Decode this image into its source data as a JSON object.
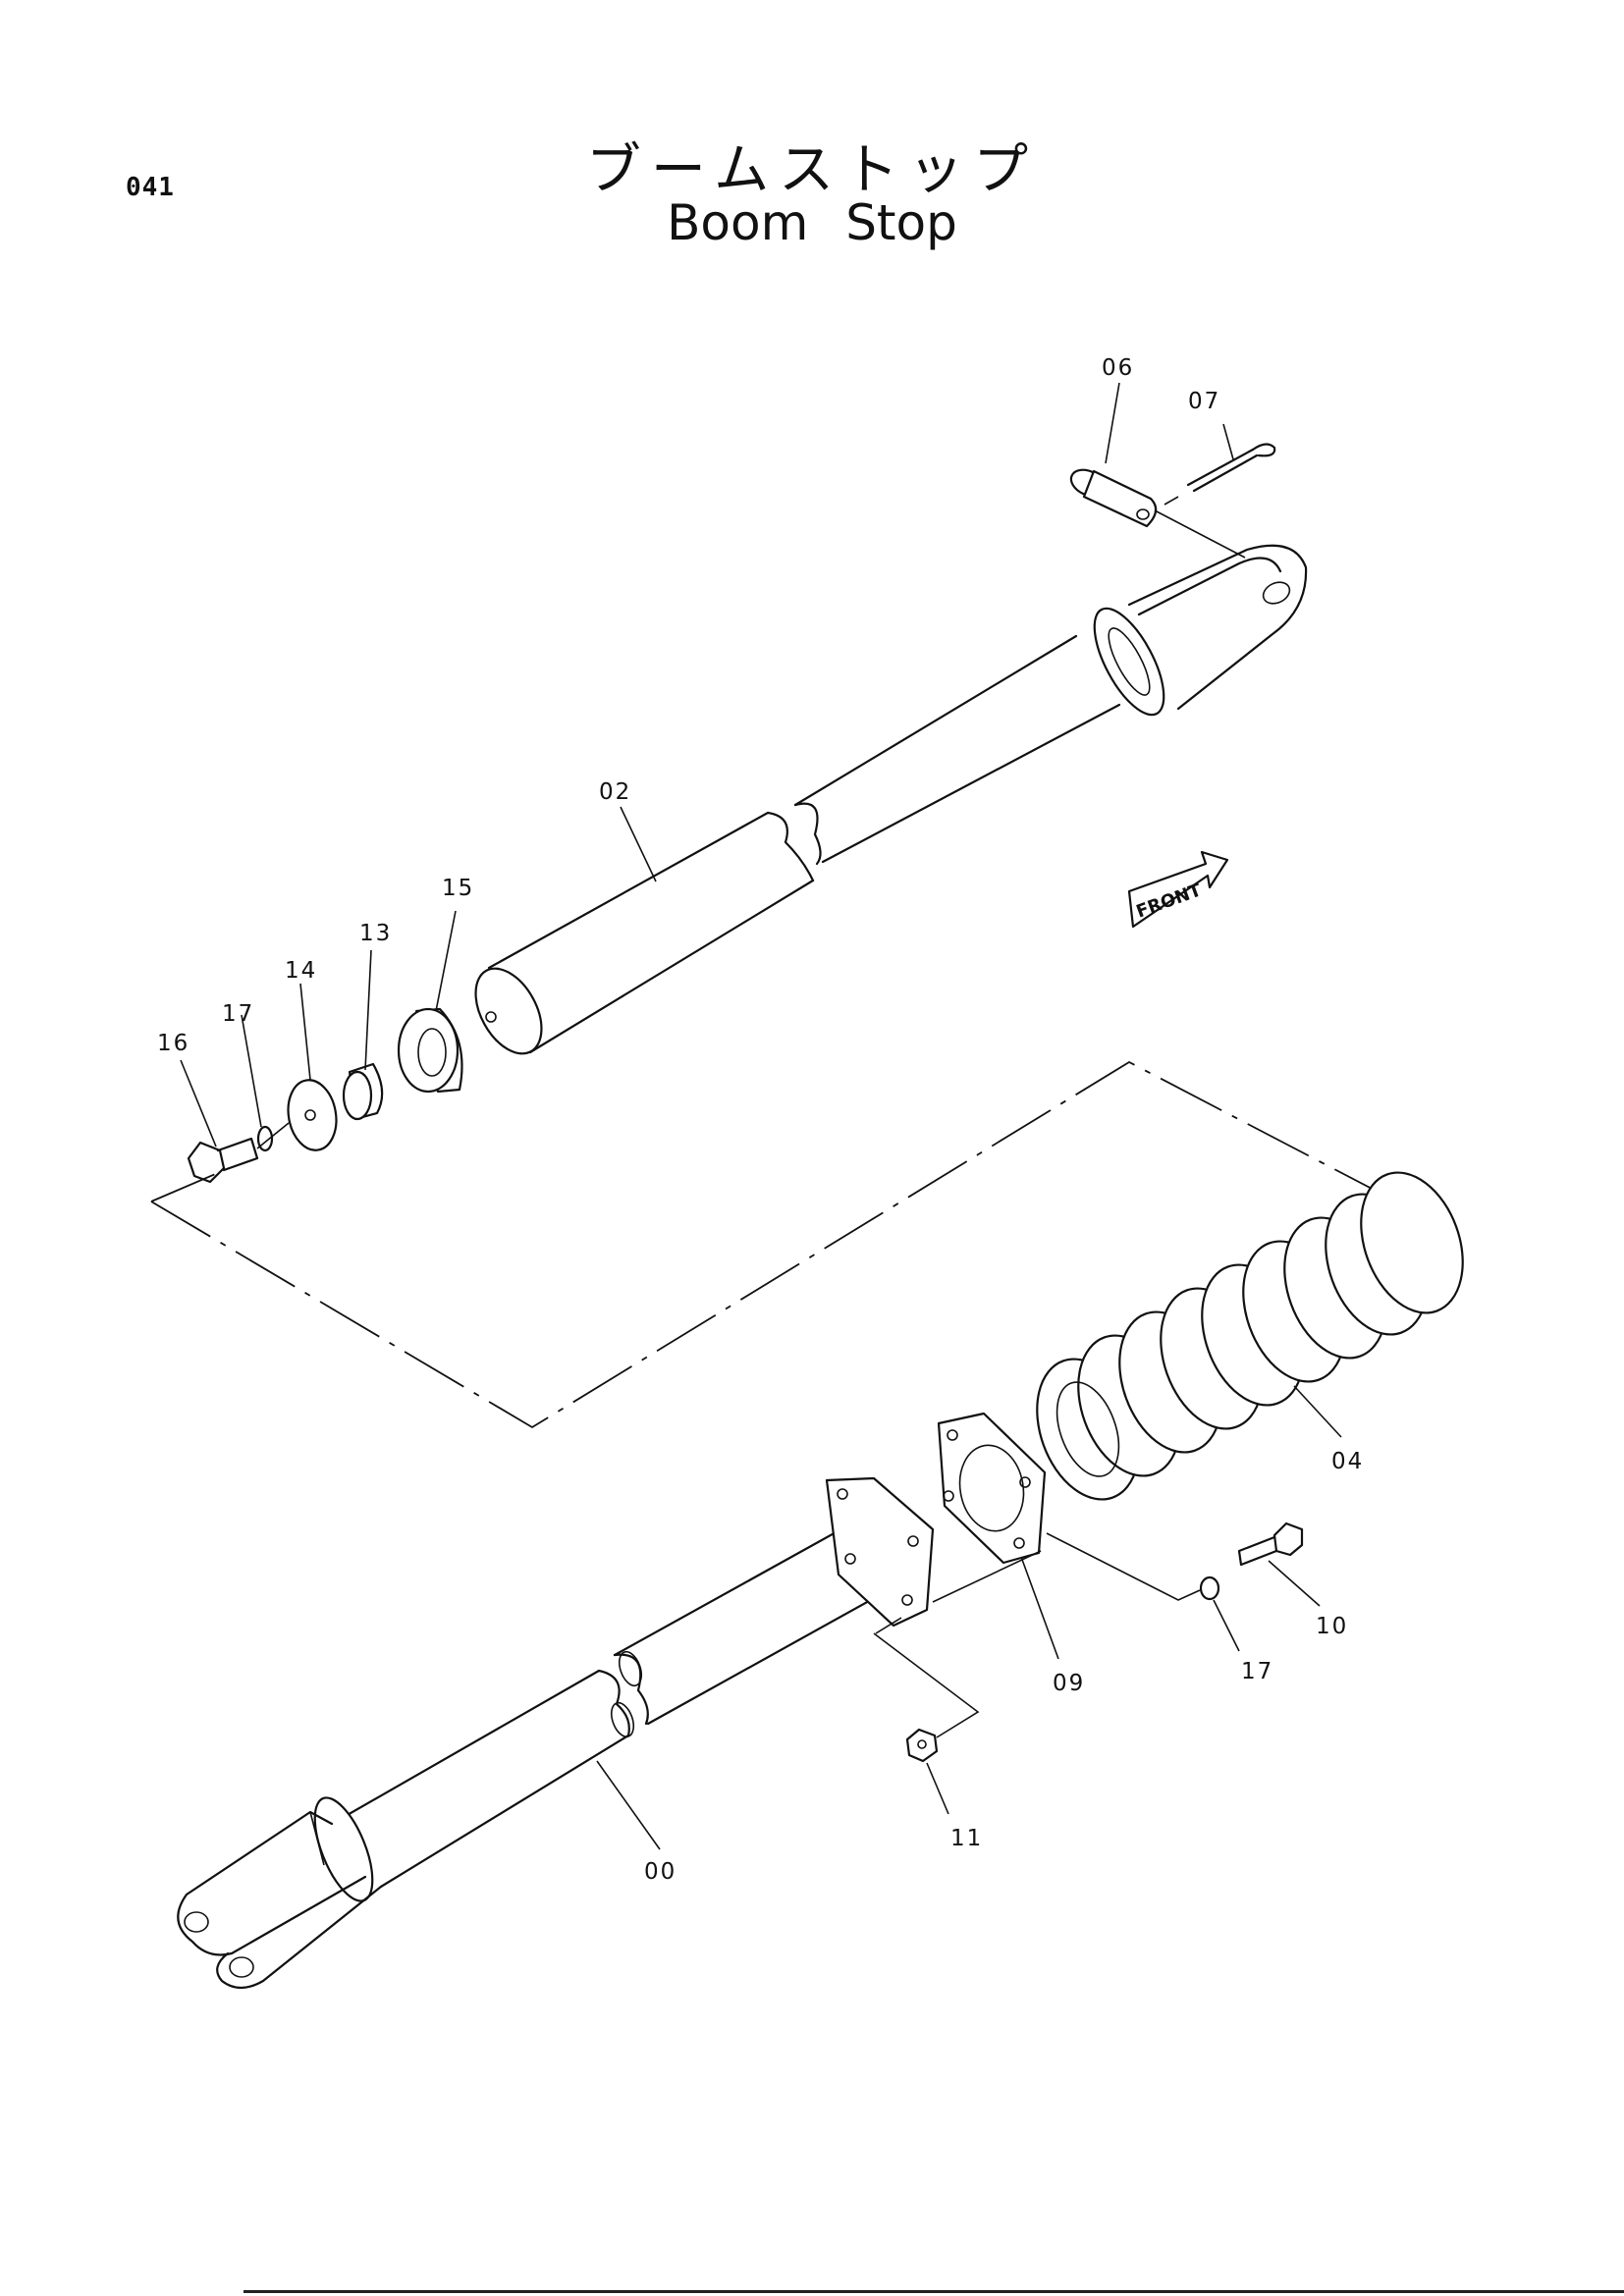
{
  "page": {
    "code": "041",
    "title_jp": "ブームストップ",
    "title_en": "Boom  Stop"
  },
  "direction_marker": {
    "label": "FRONT"
  },
  "callouts": [
    {
      "id": "06",
      "part": "pin"
    },
    {
      "id": "07",
      "part": "cotter-pin"
    },
    {
      "id": "02",
      "part": "upper-rod"
    },
    {
      "id": "15",
      "part": "stopper"
    },
    {
      "id": "13",
      "part": "collar"
    },
    {
      "id": "14",
      "part": "washer"
    },
    {
      "id": "17",
      "part": "spring-washer-upper"
    },
    {
      "id": "16",
      "part": "bolt-upper"
    },
    {
      "id": "04",
      "part": "spring"
    },
    {
      "id": "10",
      "part": "bolt-lower"
    },
    {
      "id": "17",
      "part": "spring-washer-lower"
    },
    {
      "id": "09",
      "part": "plate"
    },
    {
      "id": "11",
      "part": "nut"
    },
    {
      "id": "00",
      "part": "lower-tube"
    }
  ],
  "colors": {
    "line": "#111111",
    "background": "#ffffff"
  }
}
